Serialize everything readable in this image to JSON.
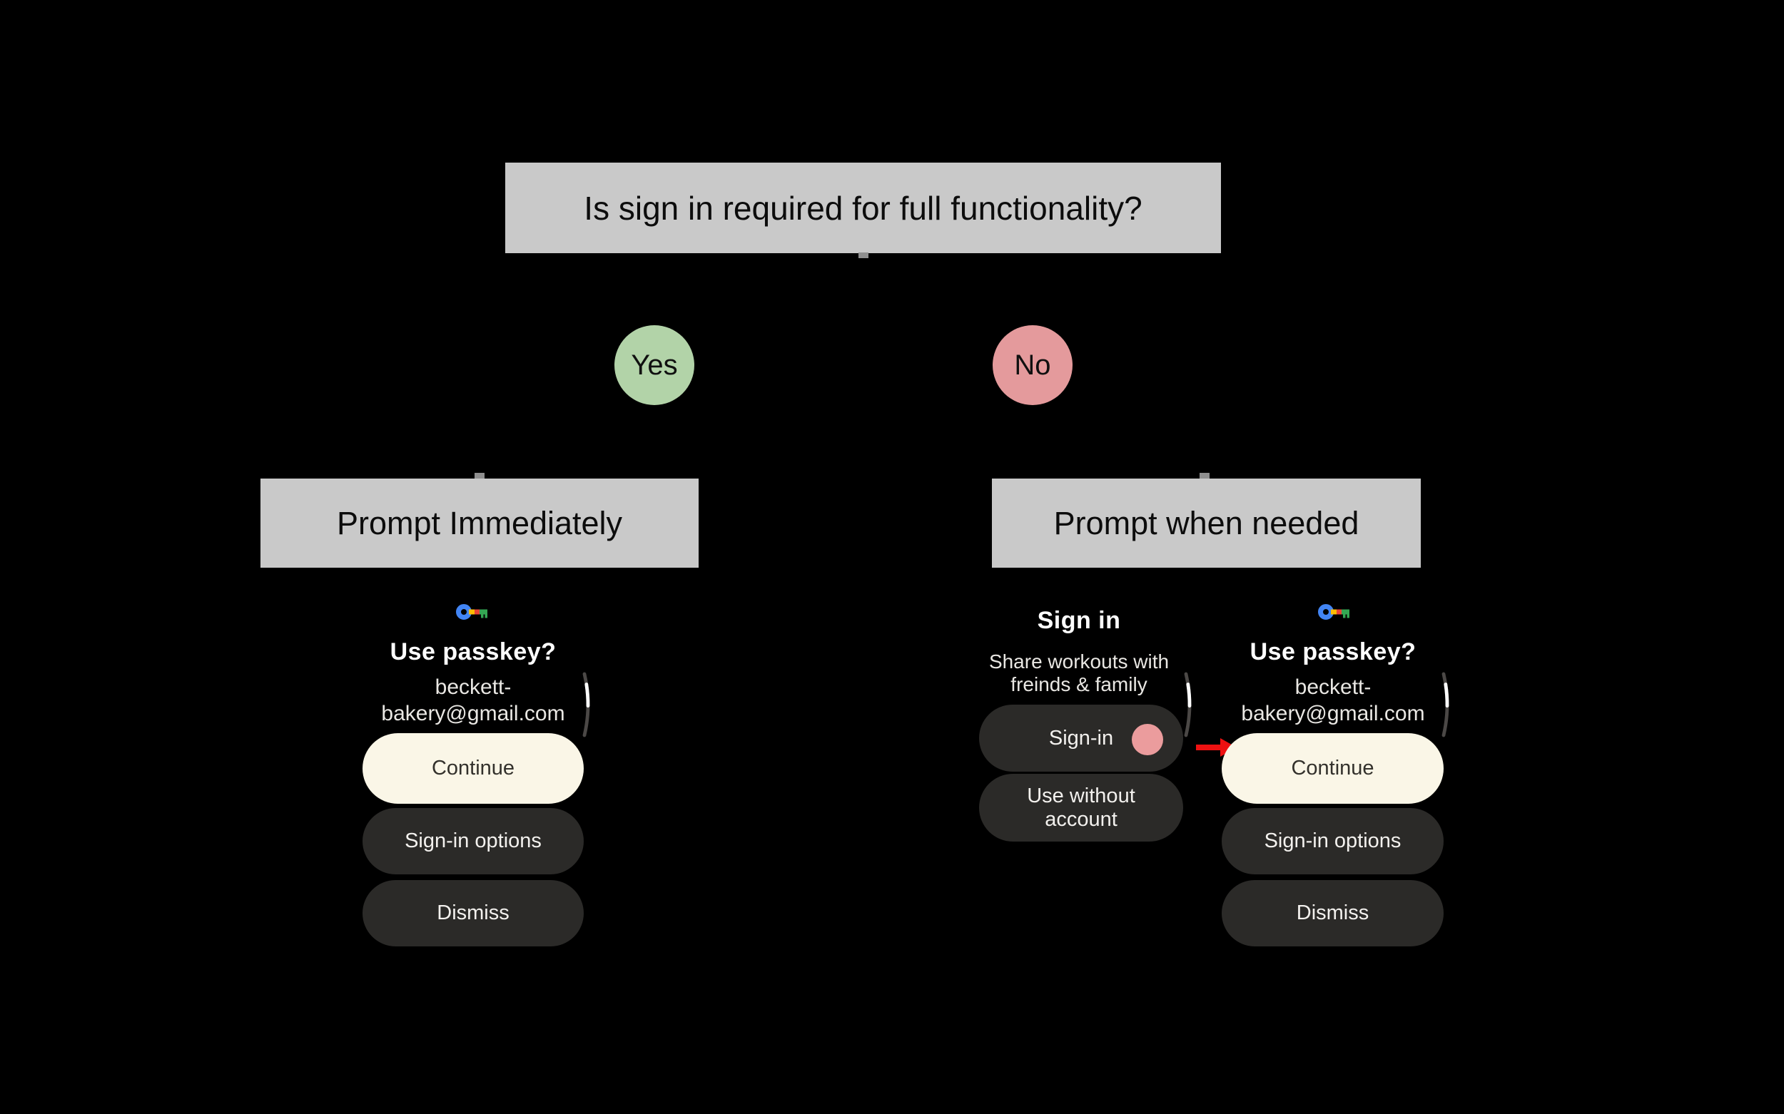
{
  "flowchart": {
    "question": "Is sign in required for full functionality?",
    "yes": {
      "label": "Yes",
      "outcome": "Prompt Immediately"
    },
    "no": {
      "label": "No",
      "outcome": "Prompt when needed"
    }
  },
  "passkey_screen": {
    "icon": "google-passkey-key-icon",
    "title": "Use passkey?",
    "email_line1": "beckett-",
    "email_line2": "bakery@gmail.com",
    "continue_label": "Continue",
    "signin_options_label": "Sign-in options",
    "dismiss_label": "Dismiss"
  },
  "signin_screen": {
    "title": "Sign in",
    "subtitle_line1": "Share workouts with",
    "subtitle_line2": "freinds & family",
    "signin_label": "Sign-in",
    "use_without_account_label": "Use without account",
    "cursor_icon": "tap-cursor-dot"
  },
  "annotations": {
    "arrow_icon": "red-arrow-icon",
    "scroll_icon": "scroll-position-indicator"
  },
  "colors": {
    "background": "#000000",
    "node_gray": "#c9c9c9",
    "yes_green": "#b2d3a8",
    "no_red": "#e49a9c",
    "button_cream": "#faf6e7",
    "button_dark": "#2b2a28",
    "cursor_pink": "#eb9c9d",
    "arrow_red": "#ee1111",
    "key_blue": "#4285F4",
    "key_red": "#EA4335",
    "key_yellow": "#FBBC04",
    "key_green": "#34A853"
  }
}
